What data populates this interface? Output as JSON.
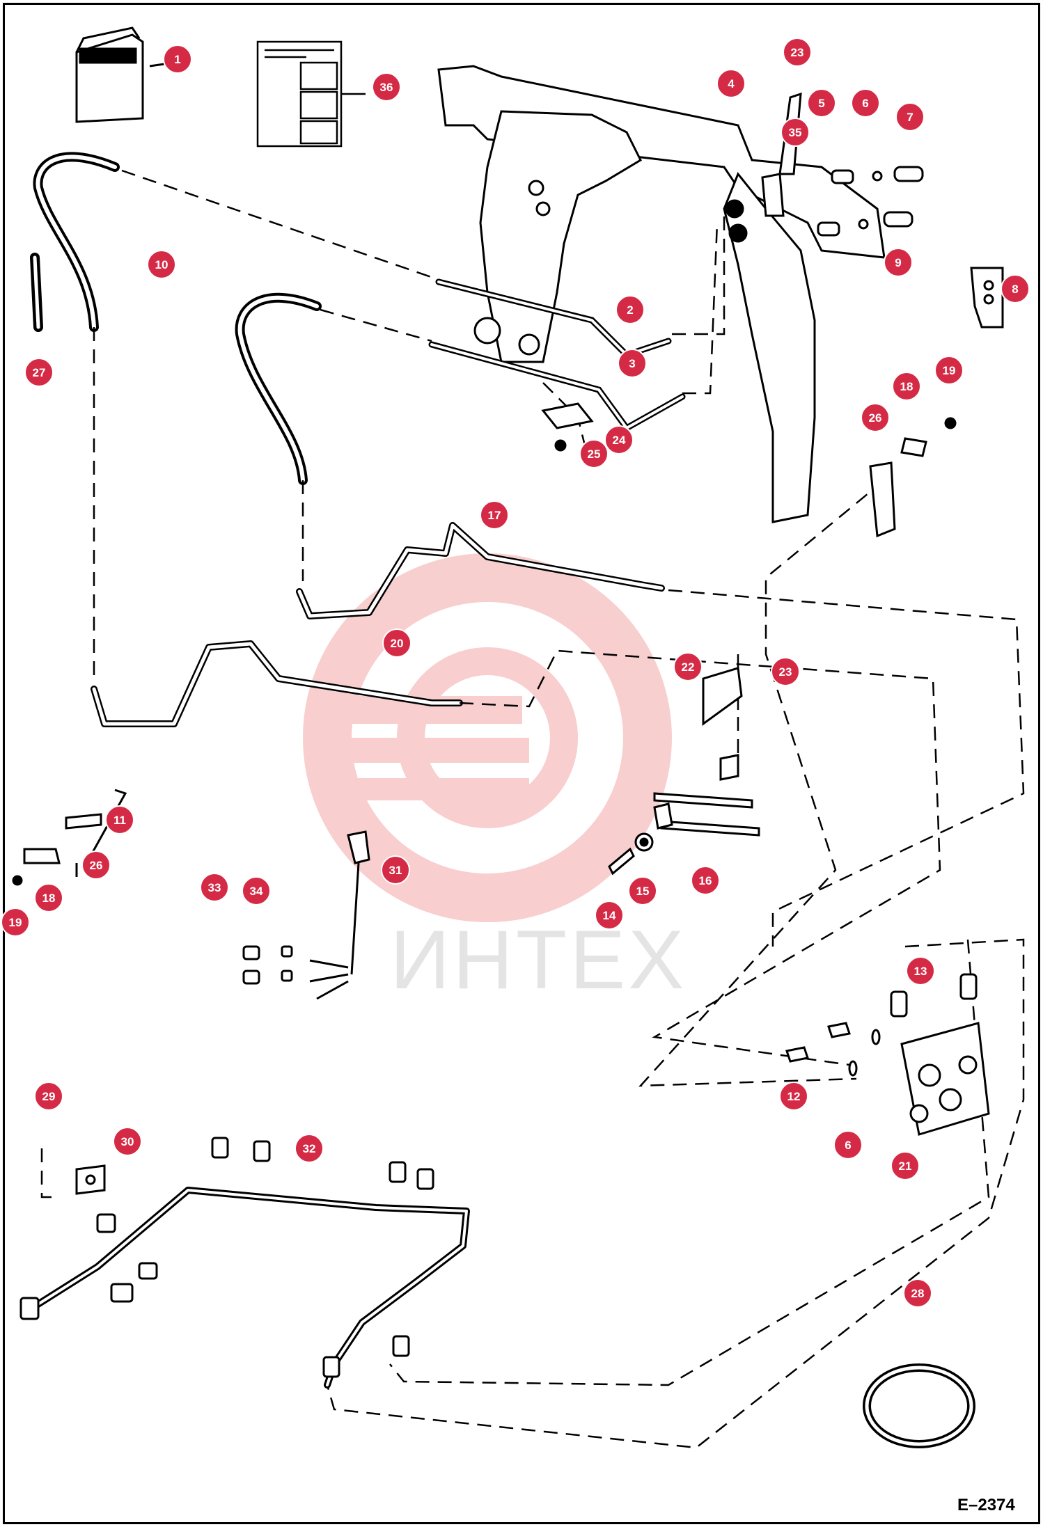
{
  "diagram": {
    "drawing_code": "E–2374",
    "watermark_text": "ИНТЕХ",
    "callout_color": "#d42a45",
    "callouts": [
      "1",
      "36",
      "23",
      "4",
      "5",
      "6",
      "7",
      "35",
      "9",
      "8",
      "10",
      "27",
      "2",
      "3",
      "24",
      "25",
      "18",
      "19",
      "26",
      "17",
      "20",
      "22",
      "23",
      "11",
      "26",
      "18",
      "19",
      "31",
      "33",
      "34",
      "16",
      "15",
      "14",
      "13",
      "12",
      "6",
      "21",
      "29",
      "30",
      "32",
      "28"
    ]
  }
}
